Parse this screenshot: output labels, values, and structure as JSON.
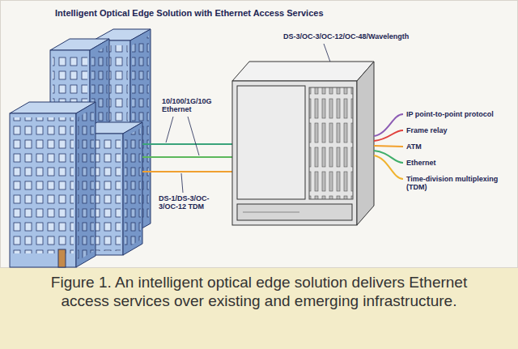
{
  "diagram": {
    "title": "Intelligent Optical Edge Solution with Ethernet Access Services",
    "caption": "Figure 1. An intelligent optical edge solution delivers Ethernet access services over existing and emerging infrastructure.",
    "labels": [
      "10/100/1G/10G Ethernet",
      "DS-3/OC-3/OC-12/OC-48/Wavelength",
      "IP point-to-point protocol",
      "Frame relay",
      "ATM",
      "Ethernet",
      "Time-division multiplexing (TDM)",
      "DS-1/DS-3/OC-3/OC-12 TDM"
    ]
  }
}
